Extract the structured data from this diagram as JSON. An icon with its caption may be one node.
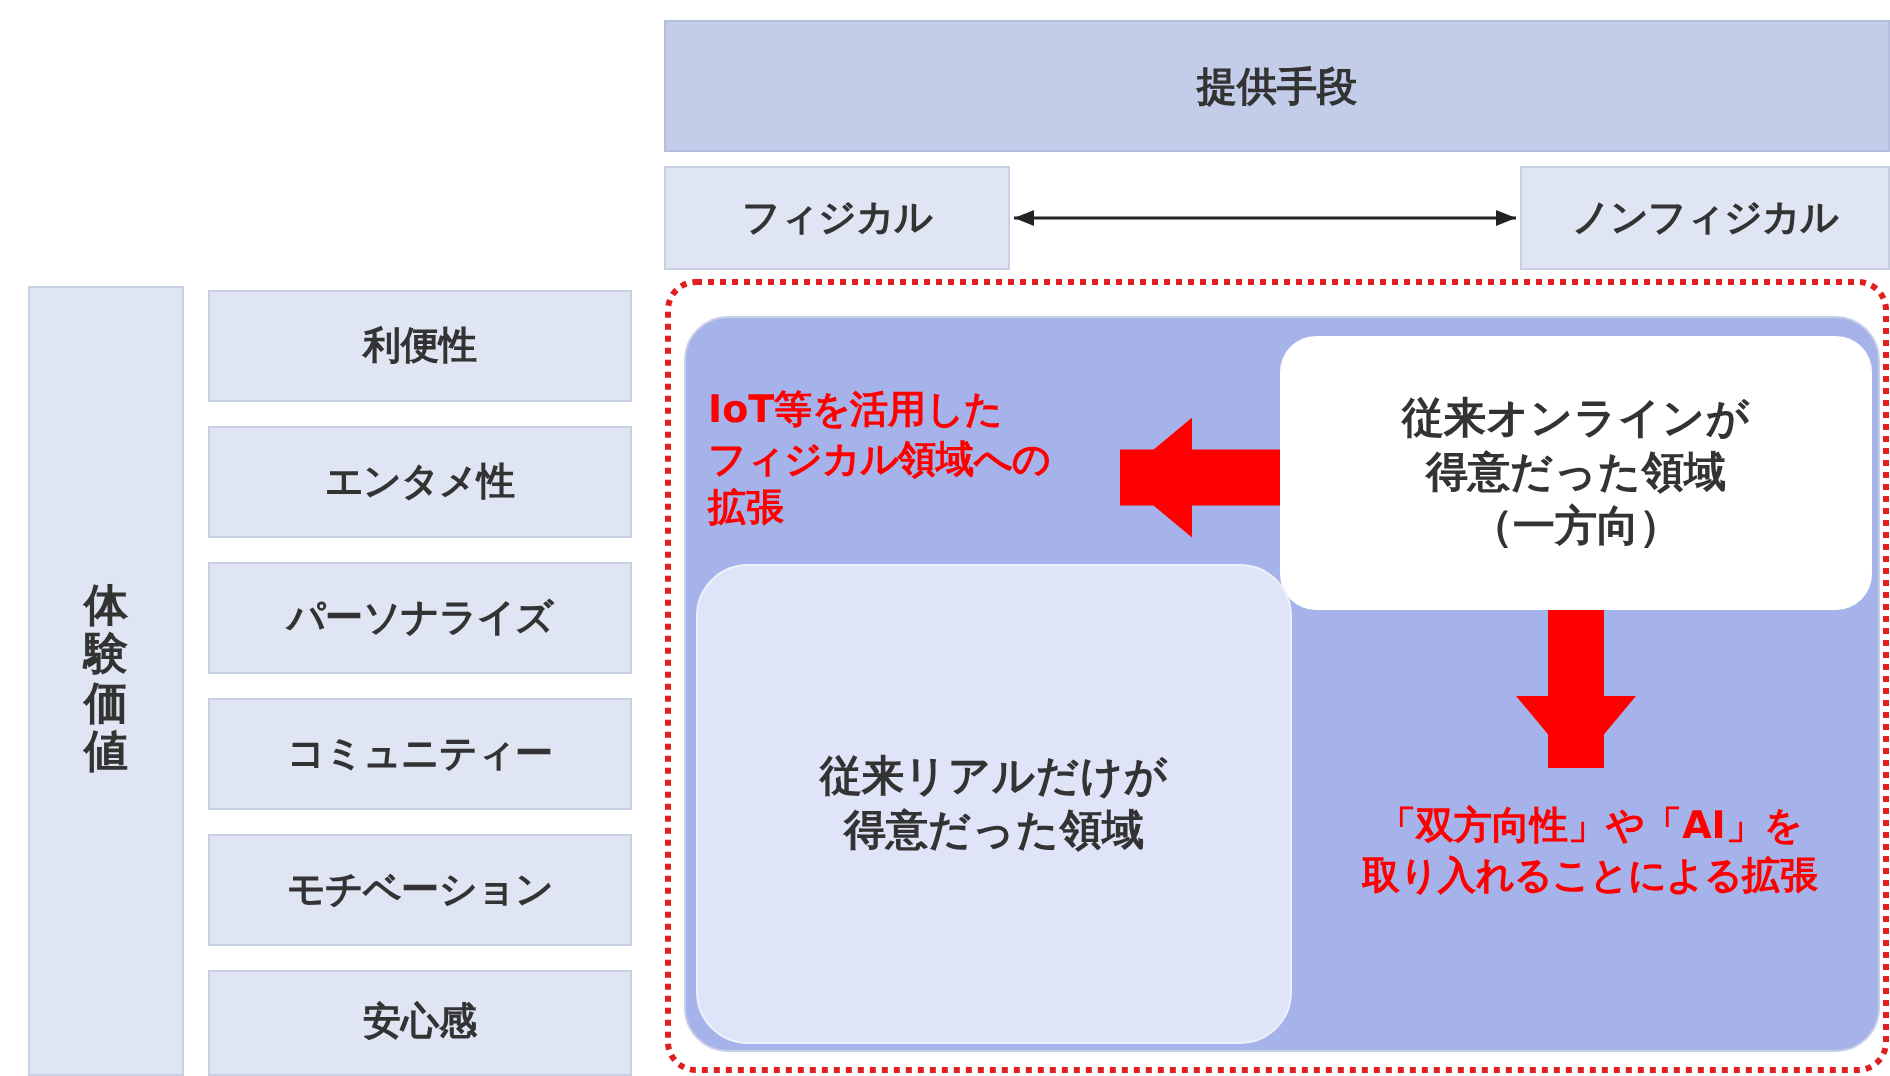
{
  "diagram": {
    "nodes": [
      {
        "text": [
          "提供手段"
        ]
      },
      {
        "text": [
          "フィジカル"
        ]
      },
      {
        "text": [
          "ノンフィジカル"
        ]
      },
      {
        "text": [
          "体験価値"
        ]
      },
      {
        "text": [
          "利便性"
        ]
      },
      {
        "text": [
          "エンタメ性"
        ]
      },
      {
        "text": [
          "パーソナライズ"
        ]
      },
      {
        "text": [
          "コミュニティー"
        ]
      },
      {
        "text": [
          "モチベーション"
        ]
      },
      {
        "text": [
          "安心感"
        ]
      },
      {
        "text": [],
        "shape": "box"
      },
      {
        "text": [
          "従来オンラインが得意だった領域（一方向）"
        ],
        "in": 10
      },
      {
        "text": [
          "IoT等を活用したフィジカル領域への拡張"
        ],
        "in": 10
      },
      {
        "text": [
          "従来リアルだけが得意だった領域"
        ],
        "in": 10
      },
      {
        "text": [
          "「双方向性」や「AI」を取り入れることによる拡張"
        ],
        "in": 10
      }
    ],
    "edges": [
      {
        "from": 1,
        "to": 2,
        "arrow": "both",
        "color": "#222222"
      },
      {
        "from": 11,
        "to": 12,
        "arrow": "to",
        "color": "#ff0000"
      },
      {
        "from": 11,
        "to": 14,
        "arrow": "to",
        "color": "#ff0000"
      }
    ]
  }
}
